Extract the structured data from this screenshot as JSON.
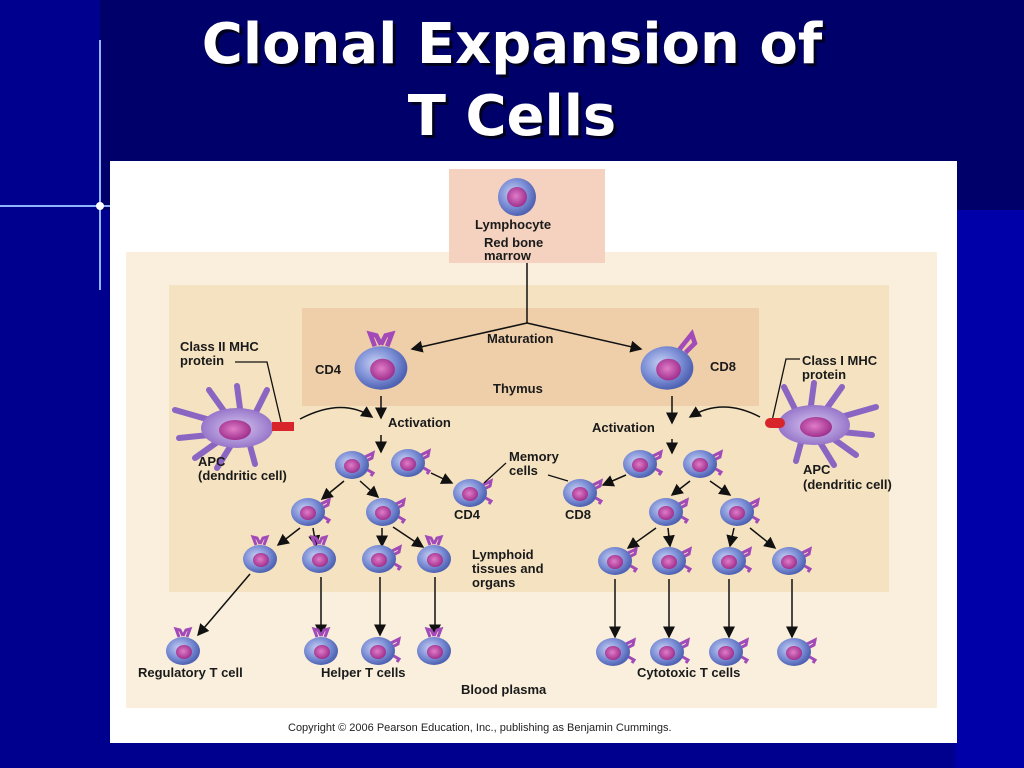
{
  "slide": {
    "title_line1": "Clonal Expansion of",
    "title_line2": "T Cells"
  },
  "colors": {
    "slide_background": "#00008e",
    "outer_region": "#f9efdc",
    "lymph_region": "#f5e2c1",
    "thymus_box": "#efcfaa",
    "marrow_box": "#f4d2bf",
    "cell_body": "#7d8fd6",
    "cell_nucleus": "#b1399e",
    "apc_body": "#9570c9",
    "class2_marker": "#d8242b"
  },
  "diagram": {
    "lymphocyte": "Lymphocyte",
    "marrow_line1": "Red bone",
    "marrow_line2": "marrow",
    "maturation": "Maturation",
    "thymus": "Thymus",
    "cd4": "CD4",
    "cd8": "CD8",
    "class2_line1": "Class II MHC",
    "class2_line2": "protein",
    "class1_line1": "Class I MHC",
    "class1_line2": "protein",
    "activation": "Activation",
    "apc_line1": "APC",
    "apc_line2": "(dendritic cell)",
    "memory_line1": "Memory",
    "memory_line2": "cells",
    "lymphoid_line1": "Lymphoid",
    "lymphoid_line2": "tissues and",
    "lymphoid_line3": "organs",
    "regulatory": "Regulatory T cell",
    "helper": "Helper T cells",
    "cytotoxic": "Cytotoxic T cells",
    "blood_plasma": "Blood plasma",
    "copyright": "Copyright © 2006 Pearson Education, Inc., publishing as Benjamin Cummings."
  }
}
